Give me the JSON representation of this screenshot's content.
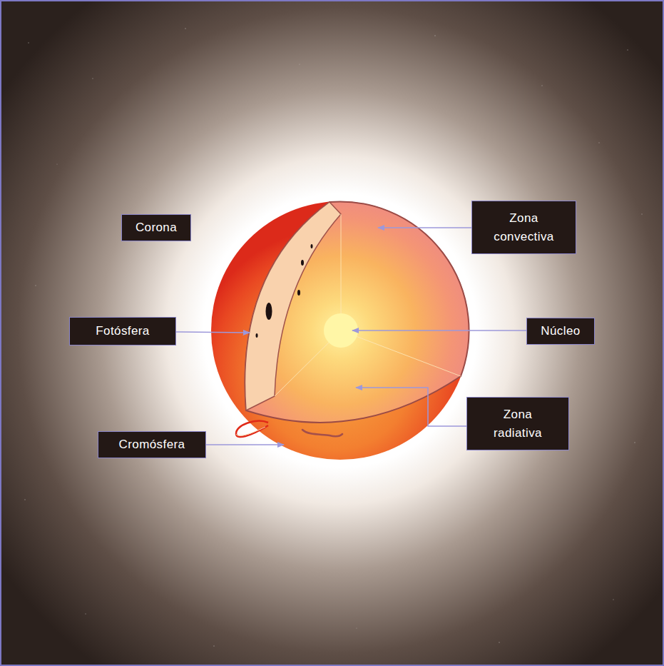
{
  "diagram": {
    "nodes": [
      {
        "text": [
          "Corona"
        ]
      },
      {
        "text": [
          "Zona convectiva"
        ]
      },
      {
        "text": [
          "Fotósfera"
        ]
      },
      {
        "text": [
          "Núcleo"
        ]
      },
      {
        "text": [
          "Zona radiativa"
        ]
      },
      {
        "text": [
          "Cromósfera"
        ]
      }
    ]
  }
}
